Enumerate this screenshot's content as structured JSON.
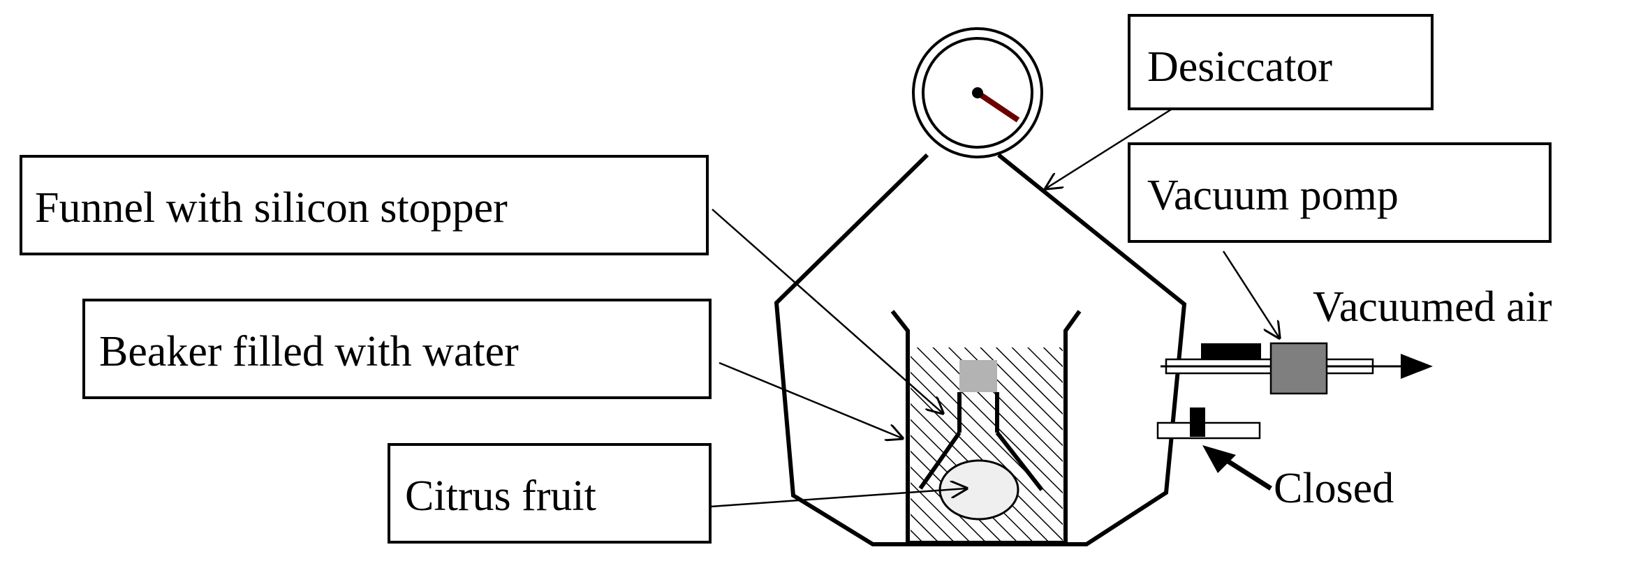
{
  "labels": {
    "desiccator": "Desiccator",
    "vacuum_pump": "Vacuum pomp",
    "vacuumed_air": "Vacuumed air",
    "closed": "Closed",
    "funnel": "Funnel with silicon stopper",
    "beaker": "Beaker filled with water",
    "citrus": "Citrus fruit"
  },
  "colors": {
    "line": "#000000",
    "hatch": "#000000",
    "stopper": "#b3b3b3",
    "valve": "#7f7f7f",
    "fruit_fill": "#efefef",
    "gauge_needle": "#6b0000"
  },
  "icons": {
    "gauge": "pressure-gauge-icon",
    "valve_open": "valve-open-icon",
    "valve_closed": "valve-closed-icon"
  }
}
